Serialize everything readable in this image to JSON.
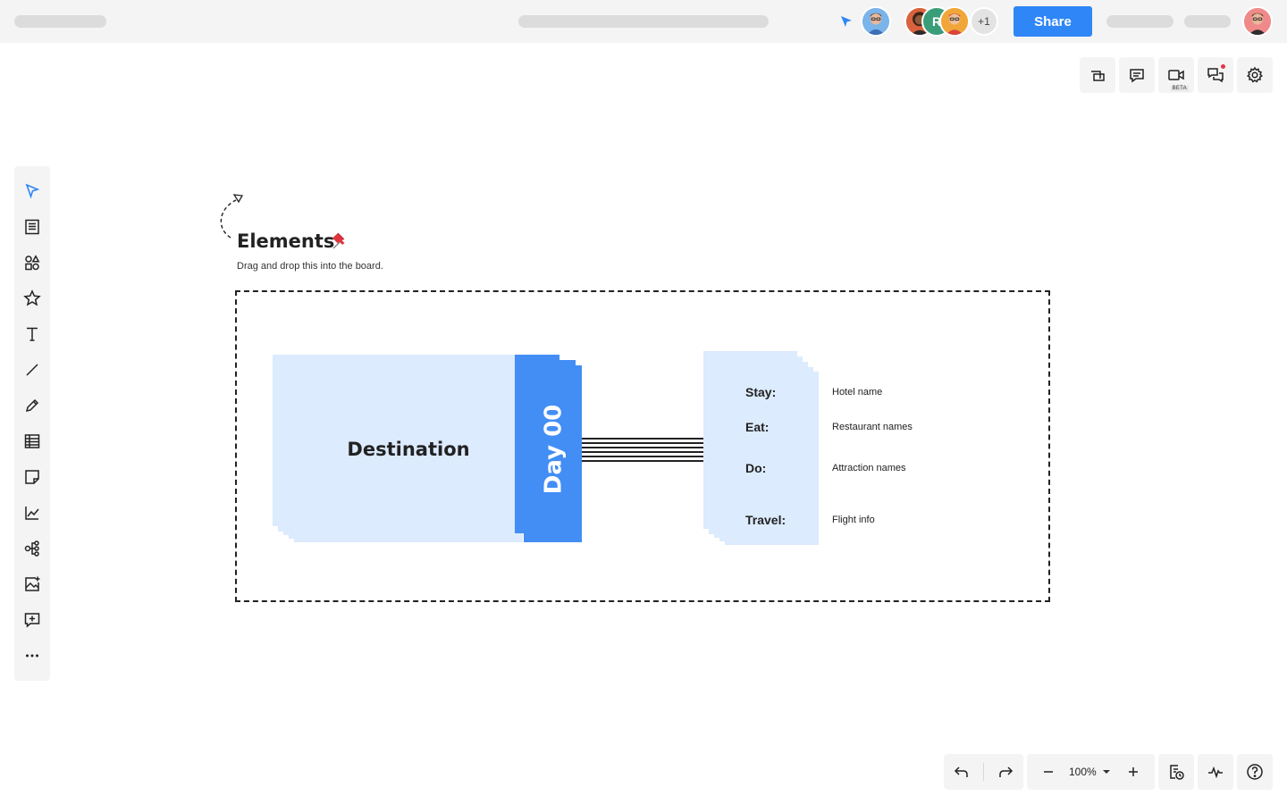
{
  "header": {
    "share_label": "Share",
    "collaborator_initial": "R",
    "extra_collaborators": "+1"
  },
  "toolbar_right": {
    "video_badge": "BETA"
  },
  "canvas": {
    "heading": "Elements",
    "subheading": "Drag and drop this into the board.",
    "destination_label": "Destination",
    "day_label": "Day 00",
    "details": [
      {
        "key": "Stay:",
        "value": "Hotel name"
      },
      {
        "key": "Eat:",
        "value": "Restaurant names"
      },
      {
        "key": "Do:",
        "value": "Attraction names"
      },
      {
        "key": "Travel:",
        "value": "Flight info"
      }
    ]
  },
  "footer": {
    "zoom_level": "100%"
  },
  "colors": {
    "accent": "#2f86f6",
    "card_light": "#dcebfd",
    "card_blue": "#438ef5",
    "notification": "#e8334a"
  }
}
